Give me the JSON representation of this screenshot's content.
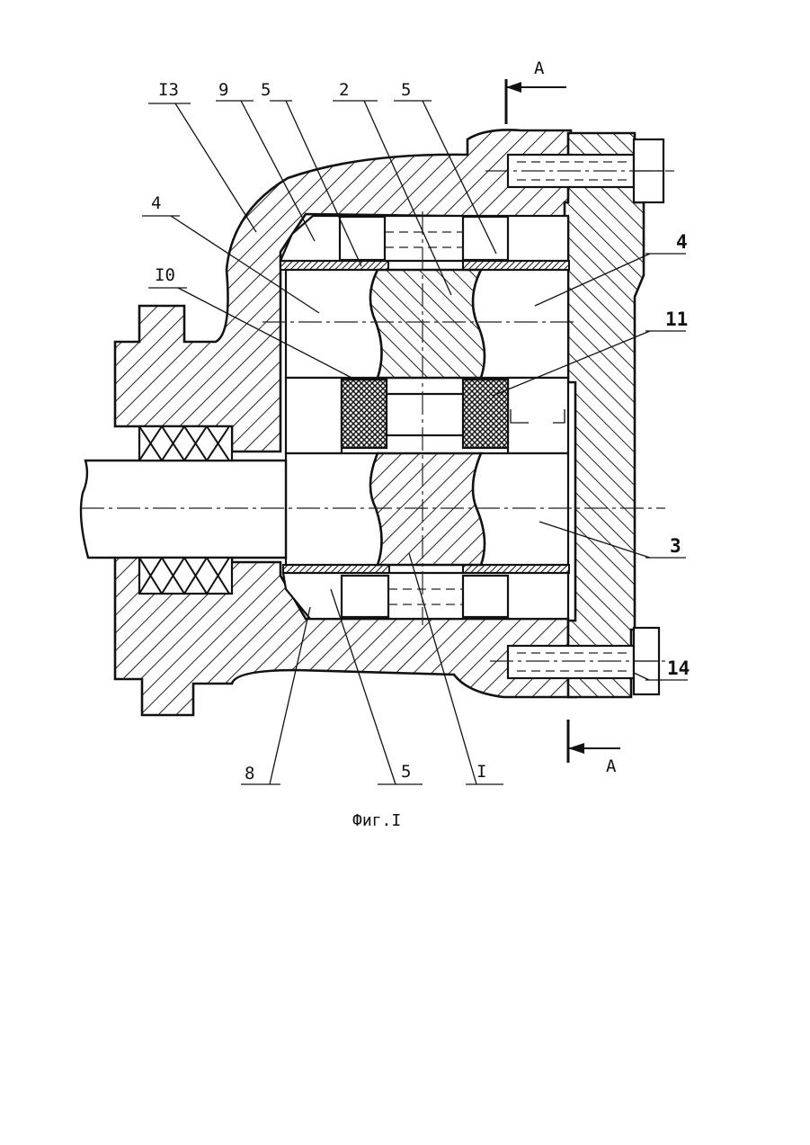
{
  "figure": {
    "caption": "Фиг.I",
    "section_marks": [
      "A",
      "A"
    ],
    "labels": {
      "l13": "I3",
      "l9": "9",
      "l5a": "5",
      "l2": "2",
      "l5b": "5",
      "l4left": "4",
      "l10": "I0",
      "l4right": "4",
      "l11": "11",
      "l3": "3",
      "l14": "14",
      "l8": "8",
      "l5c": "5",
      "l1": "I"
    }
  }
}
